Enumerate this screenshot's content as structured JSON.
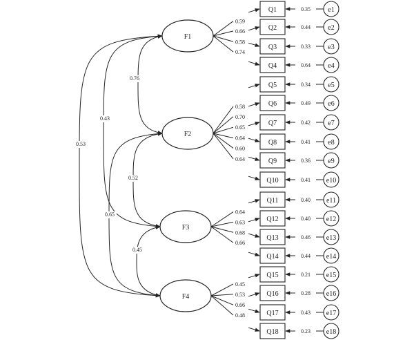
{
  "title": "Confirmatory factor analysis path diagram",
  "colors": {
    "stroke": "#222222",
    "background": "#ffffff"
  },
  "factors": [
    {
      "id": "F1",
      "label": "F1",
      "items": [
        0,
        1,
        2,
        3
      ]
    },
    {
      "id": "F2",
      "label": "F2",
      "items": [
        4,
        5,
        6,
        7,
        8,
        9
      ]
    },
    {
      "id": "F3",
      "label": "F3",
      "items": [
        10,
        11,
        12,
        13
      ]
    },
    {
      "id": "F4",
      "label": "F4",
      "items": [
        14,
        15,
        16,
        17
      ]
    }
  ],
  "items": [
    {
      "label": "Q1",
      "loading": "0.59",
      "error_label": "e1",
      "error_value": "0.35"
    },
    {
      "label": "Q2",
      "loading": "0.66",
      "error_label": "e2",
      "error_value": "0.44"
    },
    {
      "label": "Q3",
      "loading": "0.58",
      "error_label": "e3",
      "error_value": "0.33"
    },
    {
      "label": "Q4",
      "loading": "0.74",
      "error_label": "e4",
      "error_value": "0.64"
    },
    {
      "label": "Q5",
      "loading": "0.58",
      "error_label": "e5",
      "error_value": "0.34"
    },
    {
      "label": "Q6",
      "loading": "0.70",
      "error_label": "e6",
      "error_value": "0.49"
    },
    {
      "label": "Q7",
      "loading": "0.65",
      "error_label": "e7",
      "error_value": "0.42"
    },
    {
      "label": "Q8",
      "loading": "0.64",
      "error_label": "e8",
      "error_value": "0.41"
    },
    {
      "label": "Q9",
      "loading": "0.60",
      "error_label": "e9",
      "error_value": "0.36"
    },
    {
      "label": "Q10",
      "loading": "0.64",
      "error_label": "e10",
      "error_value": "0.41"
    },
    {
      "label": "Q11",
      "loading": "0.64",
      "error_label": "e11",
      "error_value": "0.40"
    },
    {
      "label": "Q12",
      "loading": "0.63",
      "error_label": "e12",
      "error_value": "0.40"
    },
    {
      "label": "Q13",
      "loading": "0.68",
      "error_label": "e13",
      "error_value": "0.46"
    },
    {
      "label": "Q14",
      "loading": "0.66",
      "error_label": "e14",
      "error_value": "0.44"
    },
    {
      "label": "Q15",
      "loading": "0.45",
      "error_label": "e15",
      "error_value": "0.21"
    },
    {
      "label": "Q16",
      "loading": "0.53",
      "error_label": "e16",
      "error_value": "0.28"
    },
    {
      "label": "Q17",
      "loading": "0.66",
      "error_label": "e17",
      "error_value": "0.43"
    },
    {
      "label": "Q18",
      "loading": "0.48",
      "error_label": "e18",
      "error_value": "0.23"
    }
  ],
  "correlations": [
    {
      "from": "F1",
      "to": "F2",
      "value": "0.76"
    },
    {
      "from": "F1",
      "to": "F3",
      "value": "0.43"
    },
    {
      "from": "F1",
      "to": "F4",
      "value": "0.53"
    },
    {
      "from": "F2",
      "to": "F3",
      "value": "0.52"
    },
    {
      "from": "F2",
      "to": "F4",
      "value": "0.65"
    },
    {
      "from": "F3",
      "to": "F4",
      "value": "0.45"
    }
  ]
}
